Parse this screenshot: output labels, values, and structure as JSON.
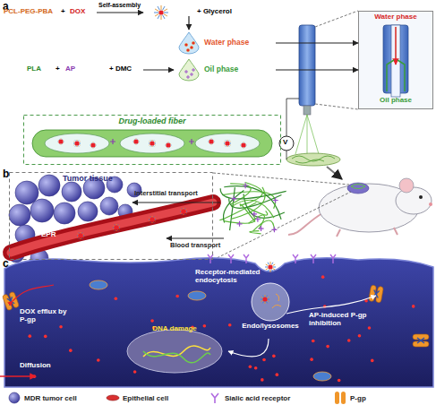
{
  "diagram": {
    "nodes": [
      {
        "text": [
          "Water phase"
        ]
      },
      {
        "text": [
          "Oil phase"
        ]
      },
      {
        "text": [
          "Water phase",
          "Oil phase"
        ]
      },
      {
        "text": [
          "Drug-loaded fiber"
        ]
      },
      {
        "text": [
          "Tumor tissue"
        ]
      },
      {
        "text": [
          "Endo/lysosomes"
        ]
      },
      {
        "text": [
          "DNA damage"
        ]
      }
    ],
    "edges": [
      {
        "from": 0,
        "to": 2,
        "arrow": "to"
      },
      {
        "from": 1,
        "to": 2,
        "arrow": "to"
      }
    ],
    "labels": [
      "a",
      "PCL-PEG-PBA",
      "+",
      "DOX",
      "Self-assembly",
      "+ Glycerol",
      "PLA",
      "+",
      "AP",
      "+ DMC",
      "V",
      "b",
      "EPR",
      "Interstitial transport",
      "Blood transport",
      "c",
      "DOX efflux by P-gp",
      "Receptor-mediated endocytosis",
      "AP-induced P-gp inhibition",
      "Diffusion"
    ],
    "legend": [
      {
        "text": "MDR tumor cell"
      },
      {
        "text": "Epithelial cell"
      },
      {
        "text": "Sialic acid receptor"
      },
      {
        "text": "P-gp"
      }
    ]
  }
}
